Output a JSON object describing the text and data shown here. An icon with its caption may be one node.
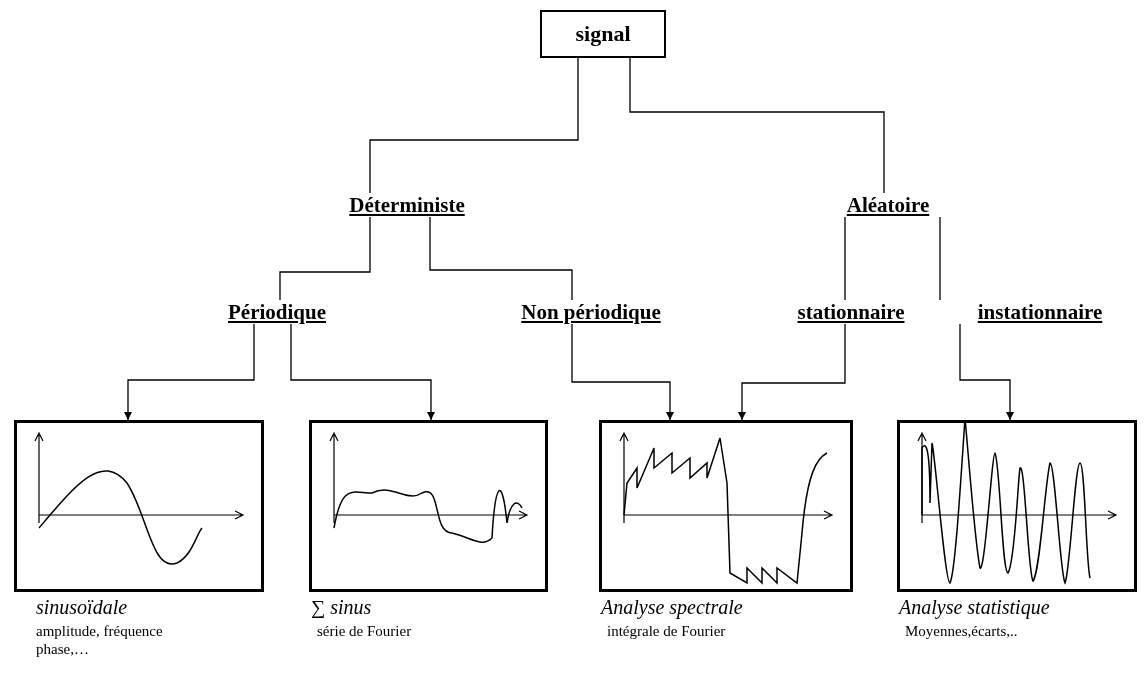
{
  "diagram": {
    "nodes": [
      {
        "text": [
          "signal"
        ]
      },
      {
        "text": [
          "Déterministe"
        ]
      },
      {
        "text": [
          "Aléatoire"
        ]
      },
      {
        "text": [
          "Périodique"
        ]
      },
      {
        "text": [
          "Non périodique"
        ]
      },
      {
        "text": [
          "stationnaire"
        ]
      },
      {
        "text": [
          "instationnaire"
        ]
      },
      {
        "text": [],
        "shape": "picture",
        "beside": [
          "*sinusoïdale*",
          "amplitude, fréquence phase,…"
        ]
      },
      {
        "text": [],
        "shape": "picture",
        "beside": [
          "∑ *sinus*",
          "série de Fourier"
        ]
      },
      {
        "text": [],
        "shape": "picture",
        "beside": [
          "*Analyse  spectrale*",
          "intégrale de Fourier"
        ]
      },
      {
        "text": [],
        "shape": "picture",
        "beside": [
          "*Analyse statistique*",
          "Moyennes,écarts,.."
        ]
      }
    ],
    "edges": [
      {
        "from": 0,
        "to": 1,
        "arrow": "none"
      },
      {
        "from": 0,
        "to": 2,
        "arrow": "none"
      },
      {
        "from": 1,
        "to": 3,
        "arrow": "none"
      },
      {
        "from": 1,
        "to": 4,
        "arrow": "none"
      },
      {
        "from": 2,
        "to": 5,
        "arrow": "none"
      },
      {
        "from": 2,
        "to": 6,
        "arrow": "none"
      },
      {
        "from": 3,
        "to": 7,
        "arrow": "to"
      },
      {
        "from": 3,
        "to": 8,
        "arrow": "to"
      },
      {
        "from": 4,
        "to": 9,
        "arrow": "to"
      },
      {
        "from": 5,
        "to": 9,
        "arrow": "to"
      },
      {
        "from": 6,
        "to": 10,
        "arrow": "to"
      }
    ]
  }
}
